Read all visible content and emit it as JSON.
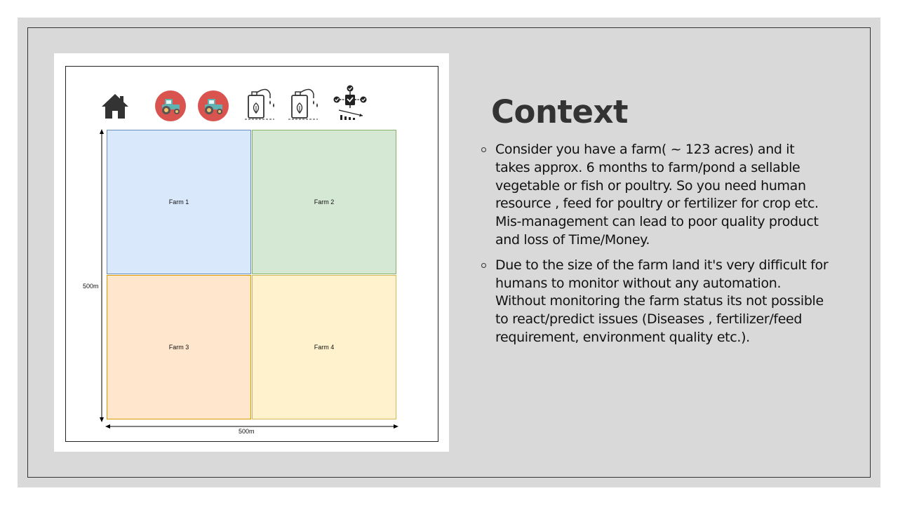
{
  "slide": {
    "title": "Context",
    "bullets": [
      "Consider you have a farm( ~ 123 acres) and it takes approx. 6 months to farm/pond a sellable vegetable or fish or poultry. So you need human resource , feed for poultry or fertilizer for crop etc. Mis-management can lead to poor quality product and loss of Time/Money.",
      "Due to the size of the farm land it's very difficult for humans to monitor without any automation. Without monitoring the farm status its not possible to react/predict issues (Diseases , fertilizer/feed requirement, environment quality etc.)."
    ]
  },
  "diagram": {
    "icons": [
      "home-icon",
      "tractor-icon",
      "tractor-icon",
      "fertilizer-can-icon",
      "fertilizer-can-icon",
      "analytics-icon"
    ],
    "farms": [
      {
        "label": "Farm 1",
        "fill": "#dae8fc",
        "stroke": "#6c8ebf"
      },
      {
        "label": "Farm 2",
        "fill": "#d5e8d4",
        "stroke": "#82b366"
      },
      {
        "label": "Farm 3",
        "fill": "#ffe6cc",
        "stroke": "#d79b00"
      },
      {
        "label": "Farm 4",
        "fill": "#fff2cc",
        "stroke": "#d6b656"
      }
    ],
    "height_label": "500m",
    "width_label": "500m"
  },
  "colors": {
    "slide_bg": "#d9d9d9",
    "title": "#333333",
    "tractor_badge": "#d9534f",
    "tractor_body": "#5fb3b3",
    "icon_dark": "#333333"
  }
}
